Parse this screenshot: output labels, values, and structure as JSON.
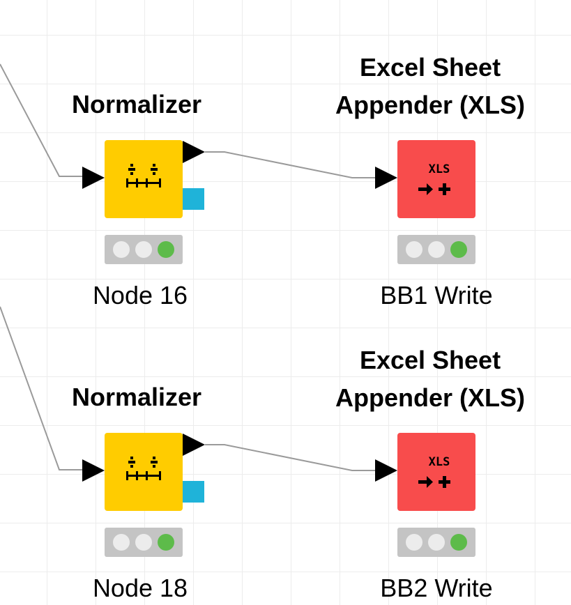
{
  "colors": {
    "normalizer": "#ffcc00",
    "writer": "#f84c4c",
    "model_port": "#1fb3d9",
    "status_ok": "#5dbb4a",
    "status_idle": "#ececec",
    "connection": "#9a9a9a"
  },
  "nodes": [
    {
      "type": "Normalizer",
      "label": "Node 16",
      "icon": "normalizer-icon",
      "status": [
        "idle",
        "idle",
        "executed"
      ]
    },
    {
      "type": "Excel Sheet\nAppender (XLS)",
      "label": "BB1 Write",
      "icon_text": "XLS",
      "icon": "xls-appender-icon",
      "status": [
        "idle",
        "idle",
        "executed"
      ]
    },
    {
      "type": "Normalizer",
      "label": "Node 18",
      "icon": "normalizer-icon",
      "status": [
        "idle",
        "idle",
        "executed"
      ]
    },
    {
      "type": "Excel Sheet\nAppender (XLS)",
      "label": "BB2 Write",
      "icon_text": "XLS",
      "icon": "xls-appender-icon",
      "status": [
        "idle",
        "idle",
        "executed"
      ]
    }
  ]
}
